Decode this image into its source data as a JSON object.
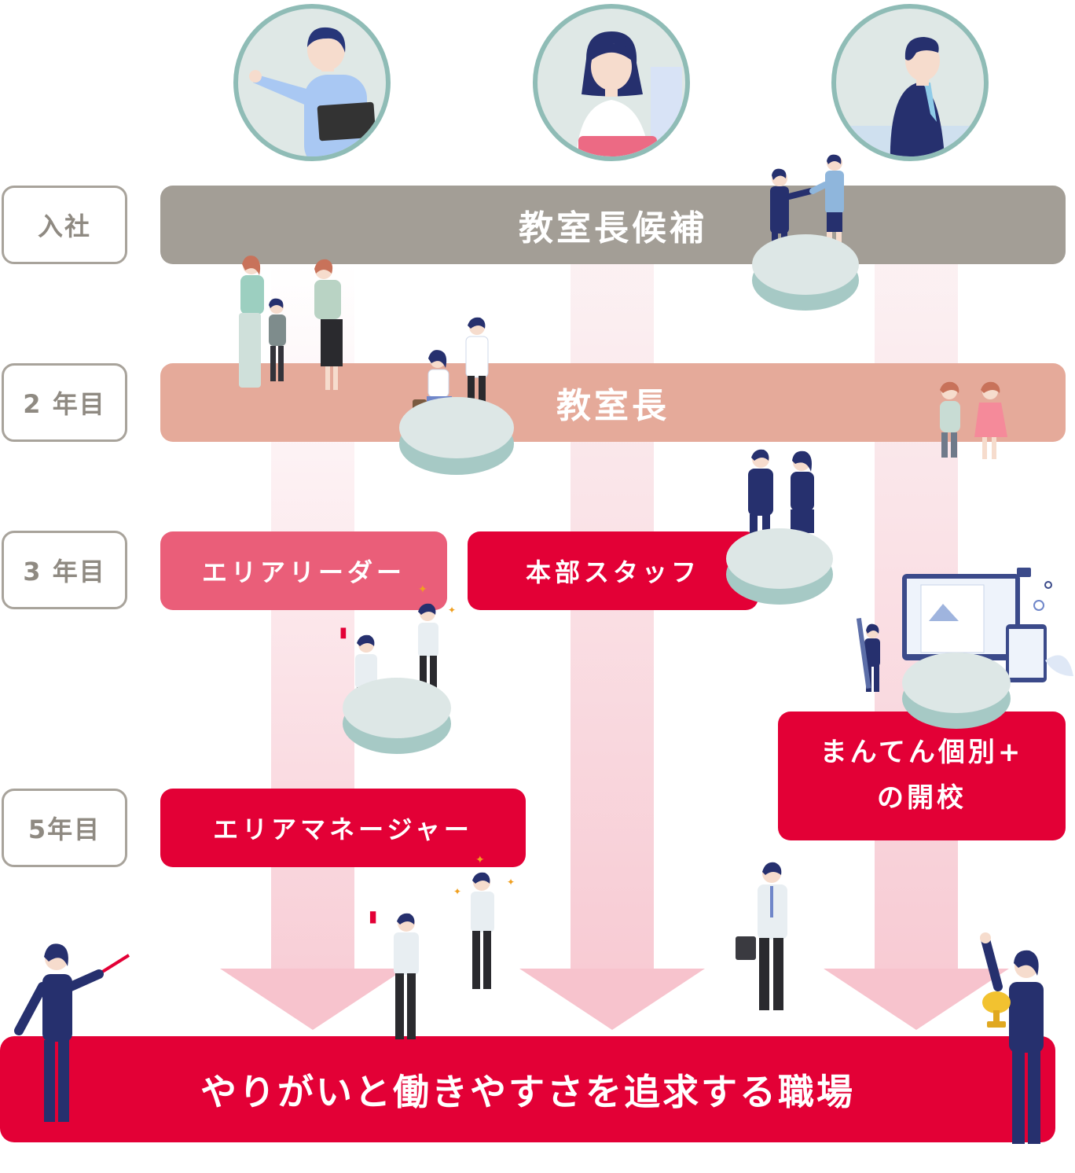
{
  "years": {
    "y1": "入社",
    "y2": "2 年目",
    "y3": "3 年目",
    "y5": "5年目"
  },
  "stages": {
    "candidate": "教室長候補",
    "manager": "教室長",
    "area_leader": "エリアリーダー",
    "hq_staff": "本部スタッフ",
    "open_school": "まんてん個別+\nの開校",
    "area_manager": "エリアマネージャー"
  },
  "goal": "やりがいと働きやすさを追求する職場",
  "colors": {
    "gray_bar": "#a39e96",
    "salmon_bar": "#e5aa9a",
    "pink_bar": "#ea5e79",
    "red_bar": "#e30036",
    "circle_border": "#8fbcb6"
  }
}
